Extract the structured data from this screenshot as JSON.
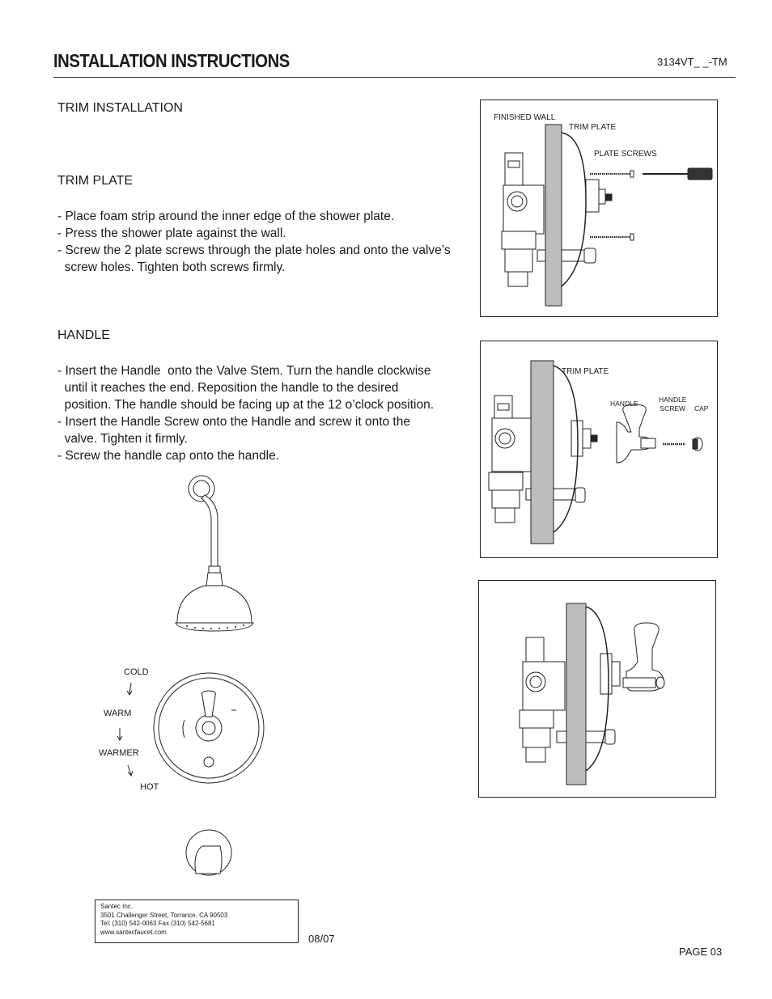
{
  "header": {
    "title": "INSTALLATION INSTRUCTIONS",
    "model": "3134VT_ _-TM"
  },
  "trim_installation": {
    "heading": "TRIM INSTALLATION"
  },
  "trim_plate": {
    "heading": "TRIM PLATE",
    "lines": [
      "- Place foam strip around the inner edge of the shower plate.",
      "- Press the shower plate against the wall.",
      "- Screw the 2 plate screws through the plate holes and onto the valve’s",
      "  screw holes. Tighten both screws firmly."
    ]
  },
  "handle": {
    "heading": "HANDLE",
    "lines": [
      "- Insert the Handle  onto the Valve Stem. Turn the handle clockwise",
      "  until it reaches the end. Reposition the handle to the desired",
      "  position. The handle should be facing up at the 12 o’clock position.",
      "- Insert the Handle Screw onto the Handle and screw it onto the",
      "  valve. Tighten it firmly.",
      "- Screw the handle cap onto the handle."
    ]
  },
  "diagram1": {
    "finished_wall": "FINISHED WALL",
    "trim_plate": "TRIM PLATE",
    "plate_screws": "PLATE SCREWS"
  },
  "diagram2": {
    "trim_plate": "TRIM PLATE",
    "handle": "HANDLE",
    "handle_screw_line1": "HANDLE",
    "handle_screw_line2": "SCREW",
    "cap": "CAP"
  },
  "temperature": {
    "cold": "COLD",
    "warm": "WARM",
    "warmer": "WARMER",
    "hot": "HOT"
  },
  "footer": {
    "company": "Santec Inc.",
    "address": "3501 Challenger Street, Torrance, CA 90503",
    "phone": "Tel: (310) 542-0063  Fax (310) 542-5681",
    "website": "www.santecfaucet.com",
    "date": "08/07",
    "page": "PAGE 03"
  }
}
